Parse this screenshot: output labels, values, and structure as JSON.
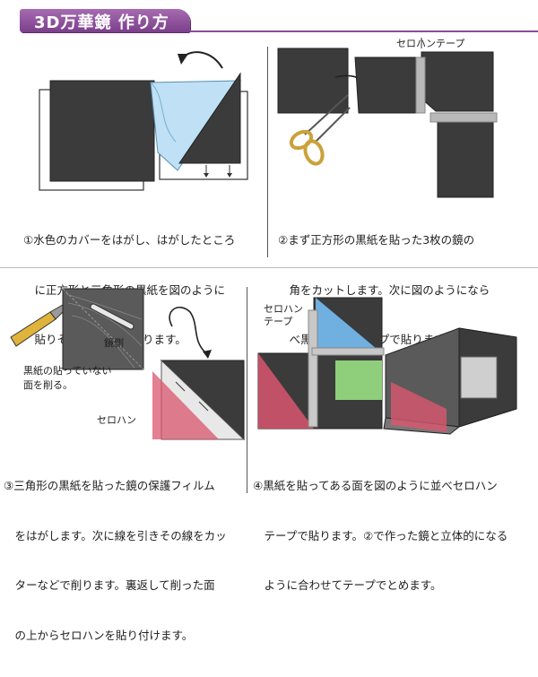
{
  "header": {
    "title": "3D万華鏡 作り方"
  },
  "steps": [
    {
      "caption_lines": [
        "①水色のカバーをはがし、はがしたところ",
        "　に正方形と三角形の黒紙を図のように",
        "　貼りそれぞれ3枚つくります。"
      ]
    },
    {
      "label_tape": "セロハンテープ",
      "caption_lines": [
        "②まず正方形の黒紙を貼った3枚の鏡の",
        "　角をカットします。次に図のようになら",
        "　べ黒紙の面にテープで貼ります。"
      ]
    },
    {
      "label_side": "鏡側",
      "label_shave": "黒紙の貼っていない\n面を削る。",
      "label_cellophane": "セロハン",
      "caption_lines": [
        "③三角形の黒紙を貼った鏡の保護フィルム",
        "　をはがします。次に線を引きその線をカッ",
        "　ターなどで削ります。裏返して削った面",
        "　の上からセロハンを貼り付けます。"
      ]
    },
    {
      "label_tape": "セロハン\nテープ",
      "caption_lines": [
        "④黒紙を貼ってある面を図のように並べセロハン",
        "　テープで貼ります。②で作った鏡と立体的になる",
        "　ように合わせてテープでとめます。"
      ]
    }
  ],
  "colors": {
    "accent": "#8a4c97",
    "paper_black": "#3b3b3b",
    "cover_blue": "#bfe0f5",
    "cellophane_red": "#d9566e",
    "cellophane_blue": "#6fb0e0",
    "cellophane_green": "#8fce7a"
  }
}
